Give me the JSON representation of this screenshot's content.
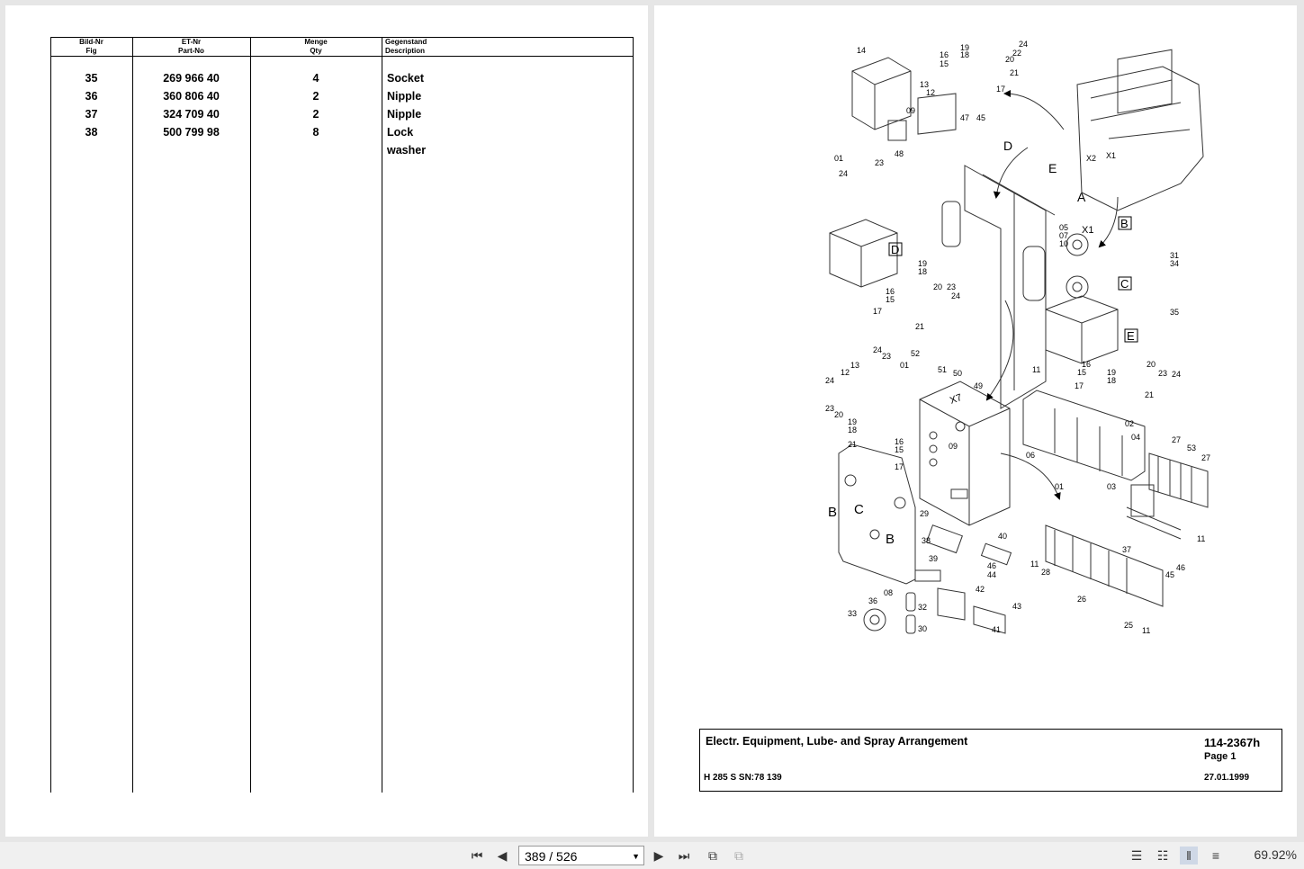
{
  "parts_table": {
    "headers": [
      {
        "de": "Bild-Nr",
        "en": "Fig"
      },
      {
        "de": "ET-Nr",
        "en": "Part-No"
      },
      {
        "de": "Menge",
        "en": "Qty"
      },
      {
        "de": "Gegenstand",
        "en": "Description"
      }
    ],
    "rows": [
      {
        "fig": "35",
        "part_no": "269 966 40",
        "qty": "4",
        "description": "Socket"
      },
      {
        "fig": "36",
        "part_no": "360 806 40",
        "qty": "2",
        "description": "Nipple"
      },
      {
        "fig": "37",
        "part_no": "324 709 40",
        "qty": "2",
        "description": "Nipple"
      },
      {
        "fig": "38",
        "part_no": "500 799 98",
        "qty": "8",
        "description": "Lock washer"
      }
    ]
  },
  "title_block": {
    "title": "Electr. Equipment, Lube- and Spray Arrangement",
    "drawing_no": "114-2367h",
    "page": "Page 1",
    "model": "H 285 S SN:78 139",
    "date": "27.01.1999"
  },
  "drawing_labels": [
    "14",
    "16",
    "15",
    "19",
    "18",
    "24",
    "22",
    "20",
    "21",
    "17",
    "13",
    "12",
    "09",
    "47",
    "45",
    "01",
    "23",
    "24",
    "48",
    "D",
    "E",
    "X2",
    "X1",
    "A",
    "B",
    "C",
    "05",
    "07",
    "10",
    "X1",
    "31",
    "34",
    "35",
    "D",
    "19",
    "18",
    "16",
    "15",
    "17",
    "20",
    "23",
    "24",
    "21",
    "52",
    "24",
    "23",
    "01",
    "51",
    "50",
    "49",
    "13",
    "12",
    "24",
    "23",
    "20",
    "19",
    "18",
    "21",
    "16",
    "15",
    "17",
    "11",
    "E",
    "16",
    "15",
    "17",
    "19",
    "18",
    "20",
    "23",
    "24",
    "21",
    "X7",
    "09",
    "29",
    "B",
    "C",
    "B",
    "06",
    "02",
    "04",
    "27",
    "53",
    "27",
    "03",
    "01",
    "38",
    "40",
    "39",
    "46",
    "44",
    "42",
    "11",
    "28",
    "37",
    "46",
    "45",
    "26",
    "25",
    "11",
    "11",
    "08",
    "36",
    "33",
    "32",
    "30",
    "43",
    "41"
  ],
  "viewer": {
    "current_page": "389",
    "total_pages": "526",
    "page_display": "389 / 526",
    "zoom": "69.92%",
    "icons": [
      "first-page-icon",
      "prev-page-icon",
      "next-page-icon",
      "last-page-icon",
      "rotate-icon",
      "fit-icon",
      "single-page-icon",
      "continuous-icon",
      "two-page-icon",
      "continuous-facing-icon"
    ]
  }
}
